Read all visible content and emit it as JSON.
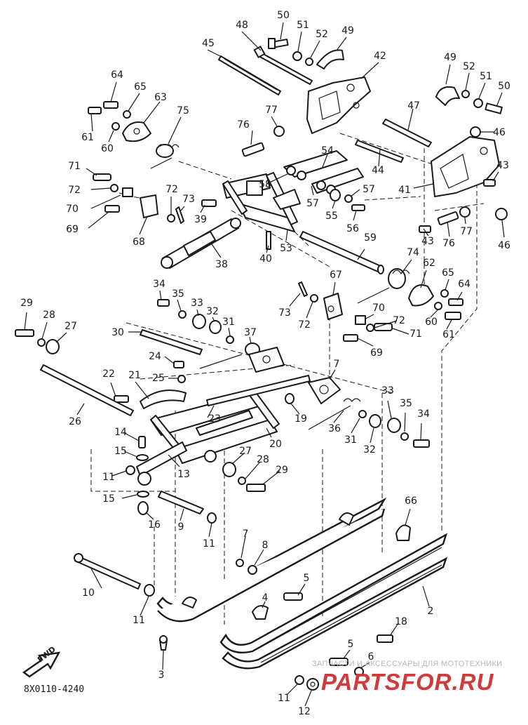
{
  "document_code": "8X0110-4240",
  "direction_label": "FWD",
  "watermark": {
    "line": "ЗАПЧАСТИ И АКСЕССУАРЫ ДЛЯ МОТОТЕХНИКИ",
    "logo": "PARTSFOR.RU"
  },
  "callouts": [
    {
      "id": "c50a",
      "text": "50"
    },
    {
      "id": "c48",
      "text": "48"
    },
    {
      "id": "c51a",
      "text": "51"
    },
    {
      "id": "c52a",
      "text": "52"
    },
    {
      "id": "c49a",
      "text": "49"
    },
    {
      "id": "c45",
      "text": "45"
    },
    {
      "id": "c42",
      "text": "42"
    },
    {
      "id": "c64a",
      "text": "64"
    },
    {
      "id": "c65a",
      "text": "65"
    },
    {
      "id": "c63",
      "text": "63"
    },
    {
      "id": "c61a",
      "text": "61"
    },
    {
      "id": "c60a",
      "text": "60"
    },
    {
      "id": "c75",
      "text": "75"
    },
    {
      "id": "c77a",
      "text": "77"
    },
    {
      "id": "c76a",
      "text": "76"
    },
    {
      "id": "c49b",
      "text": "49"
    },
    {
      "id": "c52b",
      "text": "52"
    },
    {
      "id": "c51b",
      "text": "51"
    },
    {
      "id": "c50b",
      "text": "50"
    },
    {
      "id": "c47",
      "text": "47"
    },
    {
      "id": "c46a",
      "text": "46"
    },
    {
      "id": "c54",
      "text": "54"
    },
    {
      "id": "c44",
      "text": "44"
    },
    {
      "id": "c43a",
      "text": "43"
    },
    {
      "id": "c41",
      "text": "41"
    },
    {
      "id": "c71a",
      "text": "71"
    },
    {
      "id": "c72a",
      "text": "72"
    },
    {
      "id": "c70a",
      "text": "70"
    },
    {
      "id": "c69a",
      "text": "69"
    },
    {
      "id": "c72b",
      "text": "72"
    },
    {
      "id": "c73a",
      "text": "73"
    },
    {
      "id": "c39",
      "text": "39"
    },
    {
      "id": "c68",
      "text": "68"
    },
    {
      "id": "c58",
      "text": "58"
    },
    {
      "id": "c57a",
      "text": "57"
    },
    {
      "id": "c57b",
      "text": "57"
    },
    {
      "id": "c55",
      "text": "55"
    },
    {
      "id": "c56",
      "text": "56"
    },
    {
      "id": "c43b",
      "text": "43"
    },
    {
      "id": "c77b",
      "text": "77"
    },
    {
      "id": "c76b",
      "text": "76"
    },
    {
      "id": "c46b",
      "text": "46"
    },
    {
      "id": "c53",
      "text": "53"
    },
    {
      "id": "c40",
      "text": "40"
    },
    {
      "id": "c38",
      "text": "38"
    },
    {
      "id": "c59",
      "text": "59"
    },
    {
      "id": "c74",
      "text": "74"
    },
    {
      "id": "c62",
      "text": "62"
    },
    {
      "id": "c65b",
      "text": "65"
    },
    {
      "id": "c64b",
      "text": "64"
    },
    {
      "id": "c67",
      "text": "67"
    },
    {
      "id": "c73b",
      "text": "73"
    },
    {
      "id": "c72c",
      "text": "72"
    },
    {
      "id": "c70b",
      "text": "70"
    },
    {
      "id": "c60b",
      "text": "60"
    },
    {
      "id": "c72d",
      "text": "72"
    },
    {
      "id": "c71b",
      "text": "71"
    },
    {
      "id": "c61b",
      "text": "61"
    },
    {
      "id": "c69b",
      "text": "69"
    },
    {
      "id": "c34a",
      "text": "34"
    },
    {
      "id": "c35a",
      "text": "35"
    },
    {
      "id": "c33a",
      "text": "33"
    },
    {
      "id": "c32a",
      "text": "32"
    },
    {
      "id": "c31a",
      "text": "31"
    },
    {
      "id": "c37",
      "text": "37"
    },
    {
      "id": "c29a",
      "text": "29"
    },
    {
      "id": "c28a",
      "text": "28"
    },
    {
      "id": "c27a",
      "text": "27"
    },
    {
      "id": "c30",
      "text": "30"
    },
    {
      "id": "c24",
      "text": "24"
    },
    {
      "id": "c25",
      "text": "25"
    },
    {
      "id": "c22",
      "text": "22"
    },
    {
      "id": "c21",
      "text": "21"
    },
    {
      "id": "c26",
      "text": "26"
    },
    {
      "id": "c7a",
      "text": "7"
    },
    {
      "id": "c23",
      "text": "23"
    },
    {
      "id": "c19",
      "text": "19"
    },
    {
      "id": "c36",
      "text": "36"
    },
    {
      "id": "c31b",
      "text": "31"
    },
    {
      "id": "c32b",
      "text": "32"
    },
    {
      "id": "c33b",
      "text": "33"
    },
    {
      "id": "c35b",
      "text": "35"
    },
    {
      "id": "c34b",
      "text": "34"
    },
    {
      "id": "c20",
      "text": "20"
    },
    {
      "id": "c14",
      "text": "14"
    },
    {
      "id": "c15a",
      "text": "15"
    },
    {
      "id": "c11a",
      "text": "11"
    },
    {
      "id": "c13",
      "text": "13"
    },
    {
      "id": "c27b",
      "text": "27"
    },
    {
      "id": "c28b",
      "text": "28"
    },
    {
      "id": "c29b",
      "text": "29"
    },
    {
      "id": "c15b",
      "text": "15"
    },
    {
      "id": "c16",
      "text": "16"
    },
    {
      "id": "c9",
      "text": "9"
    },
    {
      "id": "c11b",
      "text": "11"
    },
    {
      "id": "c66",
      "text": "66"
    },
    {
      "id": "c7b",
      "text": "7"
    },
    {
      "id": "c8",
      "text": "8"
    },
    {
      "id": "c10",
      "text": "10"
    },
    {
      "id": "c11c",
      "text": "11"
    },
    {
      "id": "c5a",
      "text": "5"
    },
    {
      "id": "c4",
      "text": "4"
    },
    {
      "id": "c2",
      "text": "2"
    },
    {
      "id": "c18",
      "text": "18"
    },
    {
      "id": "c3",
      "text": "3"
    },
    {
      "id": "c5b",
      "text": "5"
    },
    {
      "id": "c6",
      "text": "6"
    },
    {
      "id": "c11d",
      "text": "11"
    },
    {
      "id": "c12",
      "text": "12"
    }
  ]
}
